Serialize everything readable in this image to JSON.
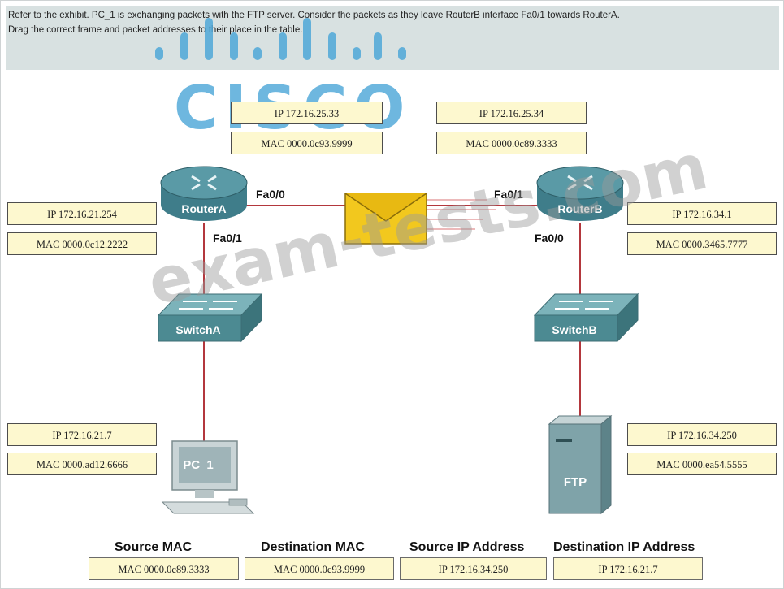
{
  "instructions": {
    "line1": "Refer to the exhibit. PC_1 is exchanging packets with the FTP server. Consider the packets as they leave RouterB interface Fa0/1 towards RouterA.",
    "line2": "Drag the correct frame and packet addresses to their place in the table."
  },
  "logo": {
    "text": "CISCO",
    "color": "#4fa8d8"
  },
  "watermark": "exam-tests.com",
  "devices": {
    "routerA": "RouterA",
    "routerB": "RouterB",
    "switchA": "SwitchA",
    "switchB": "SwitchB",
    "pc": "PC_1",
    "server": "FTP"
  },
  "interfaces": {
    "routerA_fa00": "Fa0/0",
    "routerA_fa01": "Fa0/1",
    "routerB_fa01": "Fa0/1",
    "routerB_fa00": "Fa0/0"
  },
  "addresses": {
    "routerA_fa00_ip": "IP 172.16.25.33",
    "routerA_fa00_mac": "MAC 0000.0c93.9999",
    "routerB_fa01_ip": "IP 172.16.25.34",
    "routerB_fa01_mac": "MAC 0000.0c89.3333",
    "routerA_fa01_ip": "IP 172.16.21.254",
    "routerA_fa01_mac": "MAC 0000.0c12.2222",
    "routerB_fa00_ip": "IP 172.16.34.1",
    "routerB_fa00_mac": "MAC 0000.3465.7777",
    "pc_ip": "IP 172.16.21.7",
    "pc_mac": "MAC 0000.ad12.6666",
    "ftp_ip": "IP 172.16.34.250",
    "ftp_mac": "MAC 0000.ea54.5555"
  },
  "table": {
    "headers": [
      "Source MAC",
      "Destination MAC",
      "Source IP Address",
      "Destination IP Address"
    ],
    "values": [
      "MAC 0000.0c89.3333",
      "MAC 0000.0c93.9999",
      "IP 172.16.34.250",
      "IP 172.16.21.7"
    ]
  },
  "colors": {
    "link": "#b3373d",
    "router": "#3f7d8a",
    "switch": "#4c8a92",
    "envelope": "#f2c81e",
    "labelBox": "#fdf8cf",
    "header": "#d8e1e1"
  }
}
